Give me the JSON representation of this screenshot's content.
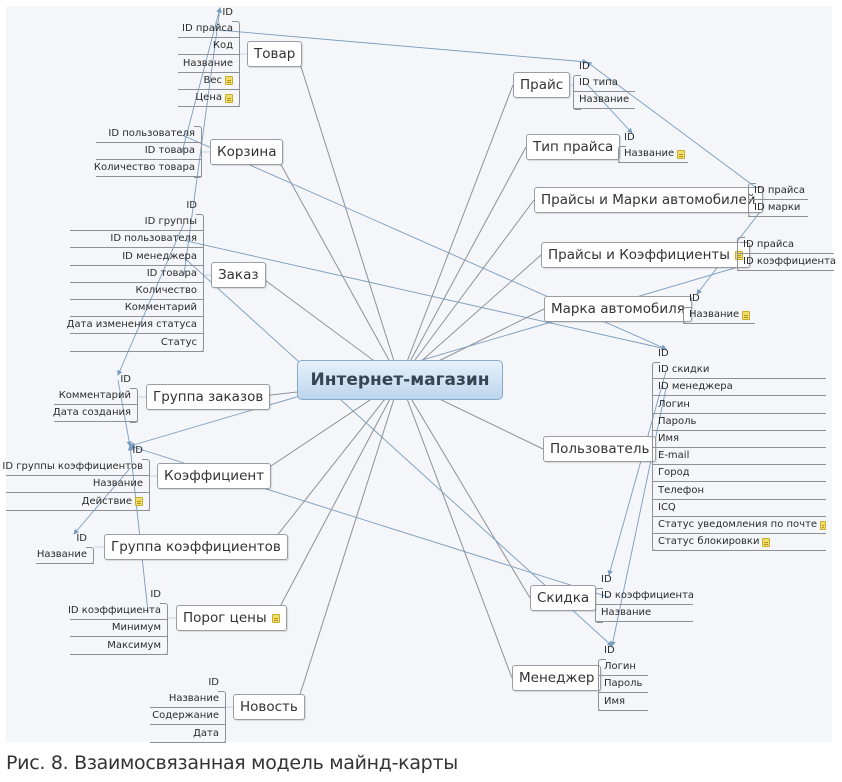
{
  "center": {
    "label": "Интернет-магазин"
  },
  "caption": "Рис. 8. Взаимосвязанная модель майнд-карты",
  "colors": {
    "canvas": "#f4f6f9",
    "line": "#8e9196",
    "relation": "#7a9cbf",
    "center_top": "#e6f1fb",
    "center_bottom": "#bcd5ee",
    "note": "#f1dd6a"
  },
  "topics": {
    "tovar": {
      "label": "Товар",
      "attrs": [
        "ID",
        "ID прайса",
        "Код",
        "Название",
        "Вес",
        "Цена"
      ],
      "notes": [
        4,
        5
      ]
    },
    "korzina": {
      "label": "Корзина",
      "attrs": [
        "ID пользователя",
        "ID товара",
        "Количество товара"
      ],
      "notes": []
    },
    "zakaz": {
      "label": "Заказ",
      "attrs": [
        "ID",
        "ID группы",
        "ID пользователя",
        "ID менеджера",
        "ID товара",
        "Количество",
        "Комментарий",
        "Дата изменения статуса",
        "Статус"
      ],
      "notes": []
    },
    "gruppa_zakazov": {
      "label": "Группа заказов",
      "attrs": [
        "ID",
        "Комментарий",
        "Дата создания"
      ],
      "notes": []
    },
    "koefficient": {
      "label": "Коэффициент",
      "attrs": [
        "ID",
        "ID группы коэффициентов",
        "Название",
        "Действие"
      ],
      "notes": [
        3
      ]
    },
    "gruppa_koef": {
      "label": "Группа коэффициентов",
      "attrs": [
        "ID",
        "Название"
      ],
      "notes": []
    },
    "porog": {
      "label": "Порог цены",
      "attrs": [
        "ID",
        "ID коэффициента",
        "Минимум",
        "Максимум"
      ],
      "notes": [],
      "topic_note": true
    },
    "novost": {
      "label": "Новость",
      "attrs": [
        "ID",
        "Название",
        "Содержание",
        "Дата"
      ],
      "notes": []
    },
    "prais": {
      "label": "Прайс",
      "attrs": [
        "ID",
        "ID типа",
        "Название"
      ],
      "notes": []
    },
    "tip_praisa": {
      "label": "Тип прайса",
      "attrs": [
        "ID",
        "Название"
      ],
      "notes": [
        1
      ]
    },
    "praisy_marki": {
      "label": "Прайсы и Марки автомобилей",
      "attrs": [
        "ID прайса",
        "ID марки"
      ],
      "notes": []
    },
    "praisy_koef": {
      "label": "Прайсы и Коэффициенты",
      "attrs": [
        "ID прайса",
        "ID коэффициента"
      ],
      "notes": [],
      "topic_note": true
    },
    "marka": {
      "label": "Марка автомобиля",
      "attrs": [
        "ID",
        "Название"
      ],
      "notes": [
        1
      ]
    },
    "polzovatel": {
      "label": "Пользователь",
      "attrs": [
        "ID",
        "ID скидки",
        "ID менеджера",
        "Логин",
        "Пароль",
        "Имя",
        "E-mail",
        "Город",
        "Телефон",
        "ICQ",
        "Статус уведомления по почте",
        "Статус блокировки"
      ],
      "notes": [
        10,
        11
      ]
    },
    "skidka": {
      "label": "Скидка",
      "attrs": [
        "ID",
        "ID коэффициента",
        "Название"
      ],
      "notes": []
    },
    "menedzher": {
      "label": "Менеджер",
      "attrs": [
        "ID",
        "Логин",
        "Пароль",
        "Имя"
      ],
      "notes": []
    }
  }
}
